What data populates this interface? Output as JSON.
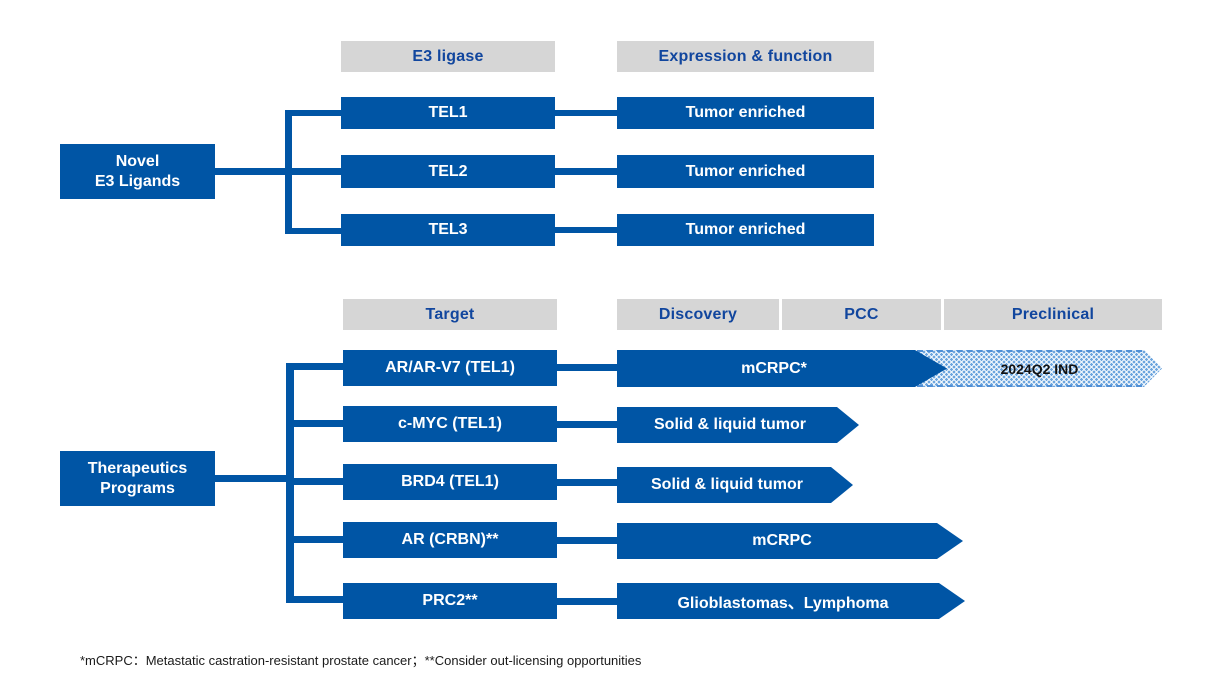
{
  "sections": [
    {
      "id": "novel-e3-ligands",
      "group_label": "Novel\nE3 Ligands",
      "group_label_line1": "Novel",
      "group_label_line2": "E3 Ligands",
      "headers": [
        {
          "label": "E3 ligase"
        },
        {
          "label": "Expression & function"
        }
      ],
      "rows": [
        {
          "name": "TEL1",
          "status": "Tumor enriched"
        },
        {
          "name": "TEL2",
          "status": "Tumor enriched"
        },
        {
          "name": "TEL3",
          "status": "Tumor enriched"
        }
      ]
    },
    {
      "id": "therapeutics-programs",
      "group_label_line1": "Therapeutics",
      "group_label_line2": "Programs",
      "headers": [
        {
          "label": "Target"
        },
        {
          "label": "Discovery"
        },
        {
          "label": "PCC"
        },
        {
          "label": "Preclinical"
        }
      ],
      "rows": [
        {
          "target": "AR/AR-V7 (TEL1)",
          "indication": "mCRPC*",
          "milestone": "2024Q2 IND"
        },
        {
          "target": "c-MYC (TEL1)",
          "indication": "Solid  & liquid tumor",
          "milestone": ""
        },
        {
          "target": "BRD4 (TEL1)",
          "indication": "Solid  & liquid tumor",
          "milestone": ""
        },
        {
          "target": "AR (CRBN)**",
          "indication": "mCRPC",
          "milestone": ""
        },
        {
          "target": "PRC2**",
          "indication": "Glioblastomas、Lymphoma",
          "milestone": ""
        }
      ]
    }
  ],
  "footnote": "*mCRPC：Metastatic castration-resistant prostate cancer；**Consider out-licensing opportunities",
  "colors": {
    "brand_blue": "#0055a5",
    "header_gray": "#d6d6d6",
    "header_text": "#11469e",
    "dotted_border": "#4f8fd6",
    "dotted_fill": "#f3f8fd"
  }
}
